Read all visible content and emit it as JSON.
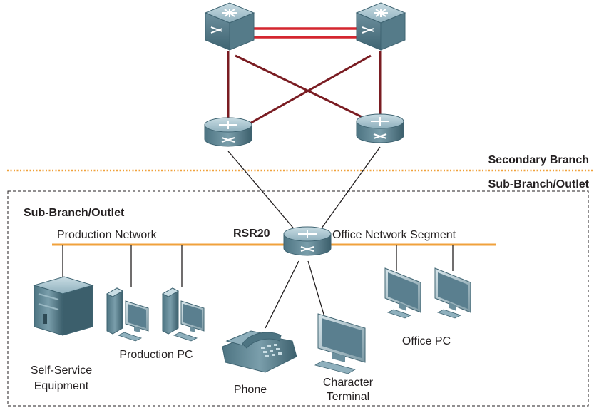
{
  "labels": {
    "secondary_branch": "Secondary Branch",
    "sub_branch_outlet_right": "Sub-Branch/Outlet",
    "sub_branch_outlet_box": "Sub-Branch/Outlet",
    "production_network": "Production Network",
    "rsr20": "RSR20",
    "office_network_segment": "Office Network Segment",
    "self_service_line1": "Self-Service",
    "self_service_line2": "Equipment",
    "production_pc": "Production PC",
    "phone": "Phone",
    "character_line1": "Character",
    "character_line2": "Terminal",
    "office_pc": "Office PC"
  },
  "icons": {
    "core_switch": "core-switch-icon",
    "router": "router-icon",
    "server": "server-cabinet-icon",
    "desktop": "desktop-pc-icon",
    "phone": "telephone-icon",
    "monitor": "monitor-icon"
  },
  "colors": {
    "core_link": "#d4262f",
    "uplink": "#7a1c22",
    "lan_bus": "#f0a23c",
    "device": "#5a7f8f"
  }
}
